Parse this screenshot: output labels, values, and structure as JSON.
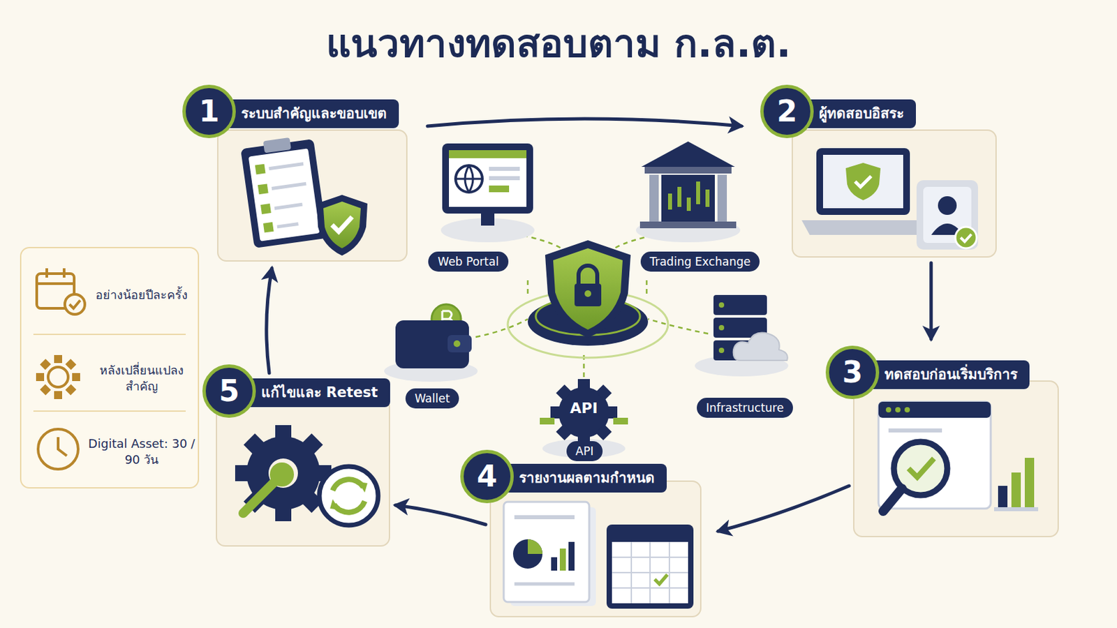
{
  "diagram": {
    "title": "แนวทางทดสอบตาม ก.ล.ต.",
    "nodes": [
      {
        "text": [
          "1",
          "ระบบสำคัญและขอบเขต"
        ]
      },
      {
        "text": [
          "2",
          "ผู้ทดสอบอิสระ"
        ]
      },
      {
        "text": [
          "3",
          "ทดสอบก่อนเริ่มบริการ"
        ]
      },
      {
        "text": [
          "4",
          "รายงานผลตามกำหนด"
        ]
      },
      {
        "text": [
          "5",
          "แก้ไขและ Retest"
        ]
      },
      {
        "text": [
          "Web Portal"
        ]
      },
      {
        "text": [
          "Trading Exchange"
        ]
      },
      {
        "text": [
          "Wallet"
        ]
      },
      {
        "text": [
          "Infrastructure"
        ]
      },
      {
        "text": [
          "API"
        ]
      },
      {
        "text": [
          "อย่างน้อยปีละครั้ง",
          "หลังเปลี่ยนแปลง สำคัญ",
          "Digital Asset: 30 / 90 วัน"
        ]
      }
    ],
    "edges": [
      {
        "from": 0,
        "to": 1,
        "arrow": "to"
      },
      {
        "from": 1,
        "to": 2,
        "arrow": "to"
      },
      {
        "from": 2,
        "to": 3,
        "arrow": "to"
      },
      {
        "from": 3,
        "to": 4,
        "arrow": "to"
      },
      {
        "from": 4,
        "to": 0,
        "arrow": "to"
      }
    ],
    "labels": [
      "API"
    ]
  }
}
